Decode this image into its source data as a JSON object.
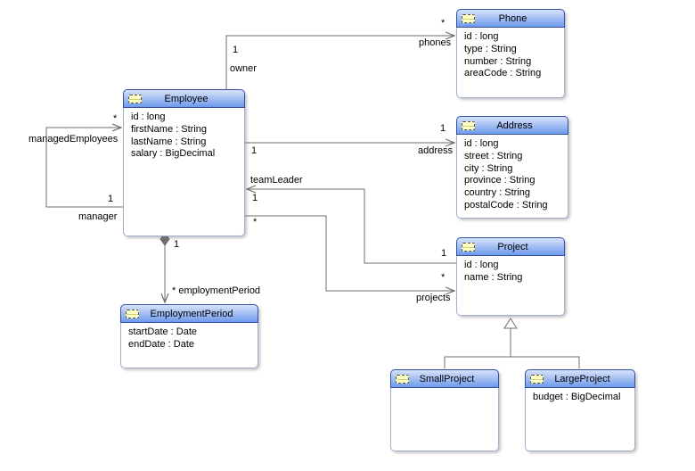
{
  "diagram": {
    "type": "uml-class-diagram",
    "background_color": "#ffffff",
    "line_color": "#6e6e6e",
    "header_gradient_top": "#d7e2fa",
    "header_gradient_bottom": "#6e9aec",
    "header_border_color": "#3350a0",
    "box_border_color": "#a3b1cf",
    "icon_name": "class-icon"
  },
  "classes": [
    {
      "name": "Phone",
      "attributes": [
        "id : long",
        "type : String",
        "number : String",
        "areaCode : String"
      ]
    },
    {
      "name": "Employee",
      "attributes": [
        "id : long",
        "firstName : String",
        "lastName : String",
        "salary : BigDecimal"
      ]
    },
    {
      "name": "Address",
      "attributes": [
        "id : long",
        "street : String",
        "city : String",
        "province : String",
        "country : String",
        "postalCode : String"
      ]
    },
    {
      "name": "Project",
      "attributes": [
        "id : long",
        "name : String"
      ]
    },
    {
      "name": "EmploymentPeriod",
      "attributes": [
        "startDate : Date",
        "endDate : Date"
      ]
    },
    {
      "name": "SmallProject",
      "attributes": []
    },
    {
      "name": "LargeProject",
      "attributes": [
        "budget : BigDecimal"
      ]
    }
  ],
  "labels": {
    "phones_target_mult": "*",
    "phones_target_role": "phones",
    "owner_mult": "1",
    "owner_role": "owner",
    "managed_mult": "*",
    "managed_role": "managedEmployees",
    "manager_mult": "1",
    "manager_role": "manager",
    "address_source_mult": "1",
    "address_target_mult": "1",
    "address_role": "address",
    "teamleader_role": "teamLeader",
    "teamleader_mult": "1",
    "teamleader_target_mult": "1",
    "projects_source_mult": "*",
    "projects_target_mult": "*",
    "projects_role": "projects",
    "employment_source_mult": "1",
    "employment_role": "* employmentPeriod"
  }
}
